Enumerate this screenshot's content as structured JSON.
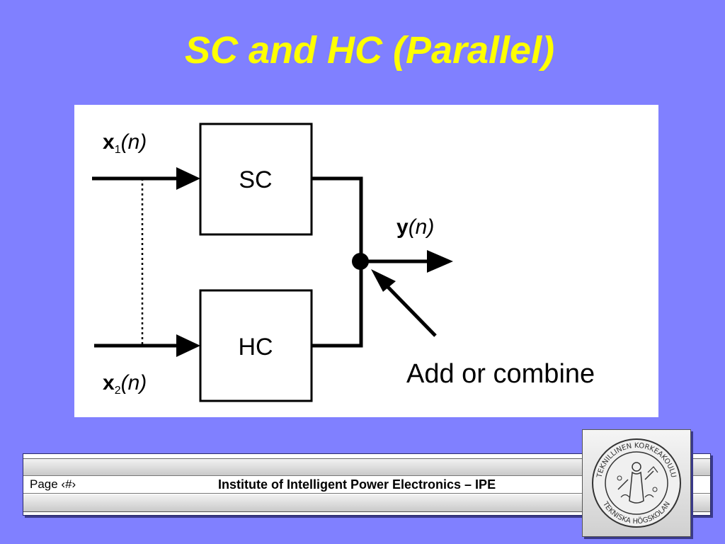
{
  "slide": {
    "title": "SC and HC (Parallel)"
  },
  "diagram": {
    "input1_label": "x",
    "input1_sub": "1",
    "input1_arg": "(n)",
    "input2_label": "x",
    "input2_sub": "2",
    "input2_arg": "(n)",
    "block_sc": "SC",
    "block_hc": "HC",
    "output_label": "y",
    "output_arg": "(n)",
    "combine_label": "Add or combine"
  },
  "footer": {
    "page_label": "Page  ‹#›",
    "institute": "Institute of Intelligent Power Electronics – IPE"
  },
  "logo": {
    "seal_text_top": "TEKNILLINEN KORKEAKOULU",
    "seal_text_bottom": "TEKNISKA HÖGSKOLAN"
  },
  "colors": {
    "background": "#8080ff",
    "title": "#ffff00"
  }
}
